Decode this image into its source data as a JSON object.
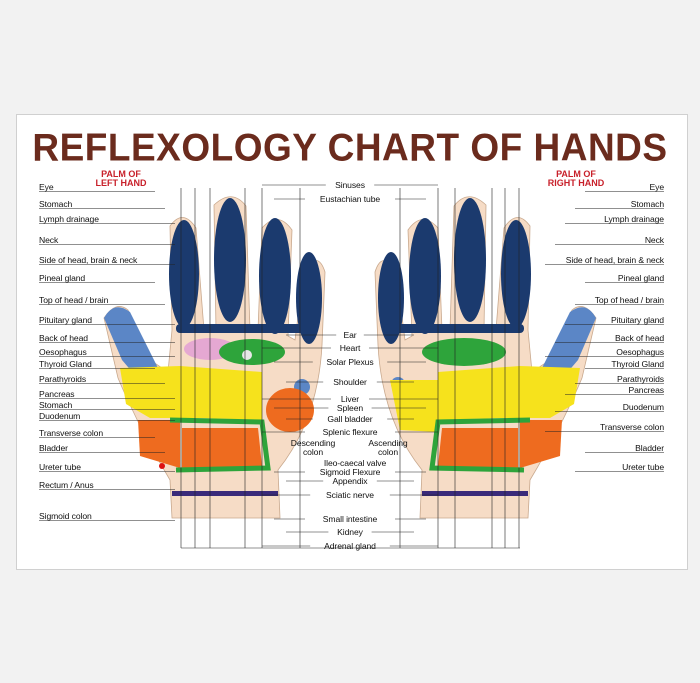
{
  "title": "REFLEXOLOGY CHART OF HANDS",
  "left_hand_caption": {
    "line1": "PALM OF",
    "line2": "LEFT HAND"
  },
  "right_hand_caption": {
    "line1": "PALM OF",
    "line2": "RIGHT HAND"
  },
  "left_labels": [
    "Eye",
    "Stomach",
    "Lymph drainage",
    "Neck",
    "Side of head, brain & neck",
    "Pineal gland",
    "Top of head / brain",
    "Pituitary gland",
    "Back of head",
    "Oesophagus",
    "Thyroid Gland",
    "Parathyroids",
    "Pancreas",
    "Stomach",
    "Duodenum",
    "Transverse colon",
    "Bladder",
    "Ureter tube",
    "Rectum / Anus",
    "Sigmoid colon"
  ],
  "right_labels": [
    "Eye",
    "Stomach",
    "Lymph drainage",
    "Neck",
    "Side of head, brain & neck",
    "Pineal gland",
    "Top of head / brain",
    "Pituitary gland",
    "Back of head",
    "Oesophagus",
    "Thyroid Gland",
    "Parathyroids",
    "Pancreas",
    "Duodenum",
    "Transverse colon",
    "Bladder",
    "Ureter tube"
  ],
  "center_labels": [
    "Sinuses",
    "Eustachian tube",
    "Ear",
    "Heart",
    "Solar Plexus",
    "Shoulder",
    "Liver",
    "Spleen",
    "Gall bladder",
    "Splenic flexure",
    "Sigmoid Flexure",
    "Appendix",
    "Sciatic nerve",
    "Small intestine",
    "Kidney",
    "Adrenal gland"
  ],
  "center_pairs": {
    "descending": {
      "line1": "Descending",
      "line2": "colon"
    },
    "ascending": {
      "line1": "Ascending",
      "line2": "colon"
    },
    "ileo": "Ileo-caecal valve"
  },
  "colors": {
    "title": "#6b2b1d",
    "caption": "#c8202a",
    "skin": "#f6dcc6",
    "finger_blue": "#1b3a6e",
    "thumb_blue": "#5b86c6",
    "yellow": "#f6e21c",
    "orange": "#ee6b1f",
    "green": "#2ea43b",
    "pink": "#e5a8d2",
    "purple": "#3a2a7a"
  }
}
